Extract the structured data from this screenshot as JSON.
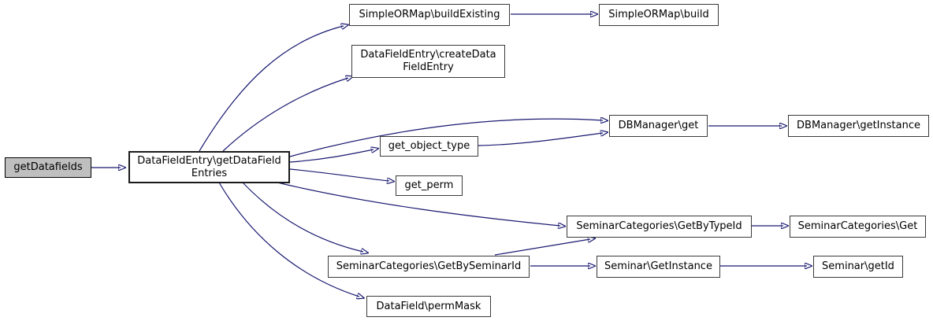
{
  "colors": {
    "edge": "#191970",
    "node_border": "#3a3a3a",
    "node_fill": "#ffffff",
    "root_fill": "#bfbfbf",
    "background": "#ffffff"
  },
  "nodes": {
    "get_datafields": {
      "label": "getDatafields"
    },
    "get_data_field_entries": {
      "label": "DataFieldEntry\\getDataField\nEntries"
    },
    "build_existing": {
      "label": "SimpleORMap\\buildExisting"
    },
    "build": {
      "label": "SimpleORMap\\build"
    },
    "create_data_field_entry": {
      "label": "DataFieldEntry\\createData\nFieldEntry"
    },
    "db_get": {
      "label": "DBManager\\get"
    },
    "db_get_instance": {
      "label": "DBManager\\getInstance"
    },
    "get_object_type": {
      "label": "get_object_type"
    },
    "get_perm": {
      "label": "get_perm"
    },
    "get_by_type_id": {
      "label": "SeminarCategories\\GetByTypeId"
    },
    "sem_cat_get": {
      "label": "SeminarCategories\\Get"
    },
    "get_by_seminar_id": {
      "label": "SeminarCategories\\GetBySeminarId"
    },
    "seminar_get_instance": {
      "label": "Seminar\\GetInstance"
    },
    "seminar_get_id": {
      "label": "Seminar\\getId"
    },
    "perm_mask": {
      "label": "DataField\\permMask"
    }
  }
}
